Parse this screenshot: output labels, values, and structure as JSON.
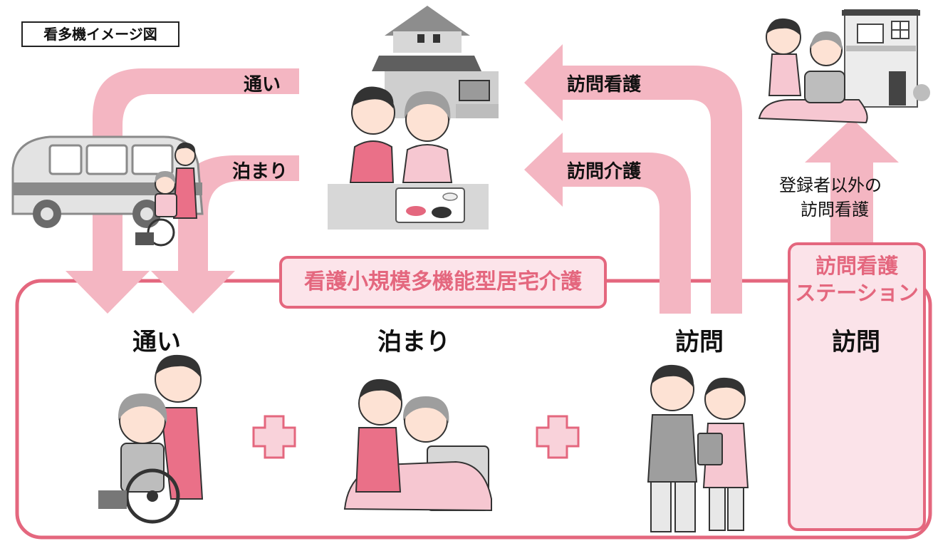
{
  "title": "看多機イメージ図",
  "main_box_label": "看護小規模多機能型居宅介護",
  "top_arrows": {
    "kayoi": "通い",
    "tomari": "泊まり",
    "homon_kango": "訪問看護",
    "homon_kaigo": "訪問介護"
  },
  "services": {
    "kayoi": "通い",
    "tomari": "泊まり",
    "homon": "訪問"
  },
  "station": {
    "title_line1": "訪問看護",
    "title_line2": "ステーション",
    "service": "訪問"
  },
  "external": {
    "line1": "登録者以外の",
    "line2": "訪問看護"
  },
  "plus_symbol": "+",
  "colors": {
    "arrow": "#f4b6c2",
    "accent": "#e4677e",
    "panel_fill": "#fce4ea",
    "staff_pink": "#ea7088",
    "gray": "#bdbdbd"
  }
}
